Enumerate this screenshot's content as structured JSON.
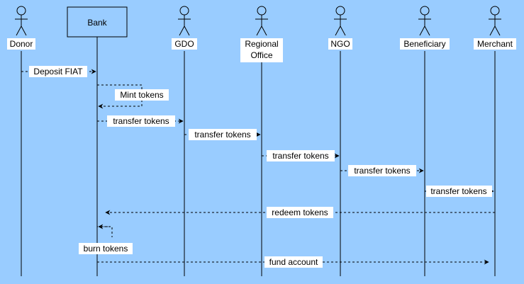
{
  "colors": {
    "background": "#99ccff",
    "stroke": "#000000",
    "label_bg": "#ffffff"
  },
  "participants": {
    "donor": {
      "label": "Donor",
      "kind": "actor"
    },
    "bank": {
      "label": "Bank",
      "kind": "box"
    },
    "gdo": {
      "label": "GDO",
      "kind": "actor"
    },
    "regional": {
      "label_lines": [
        "Regional",
        "Office"
      ],
      "kind": "actor"
    },
    "ngo": {
      "label": "NGO",
      "kind": "actor"
    },
    "beneficiary": {
      "label": "Beneficiary",
      "kind": "actor"
    },
    "merchant": {
      "label": "Merchant",
      "kind": "actor"
    }
  },
  "messages": [
    {
      "from": "Donor",
      "to": "Bank",
      "label": "Deposit FIAT"
    },
    {
      "from": "Bank",
      "to": "Bank",
      "label": "Mint tokens"
    },
    {
      "from": "Bank",
      "to": "GDO",
      "label": "transfer tokens"
    },
    {
      "from": "GDO",
      "to": "Regional Office",
      "label": "transfer tokens"
    },
    {
      "from": "Regional Office",
      "to": "NGO",
      "label": "transfer tokens"
    },
    {
      "from": "NGO",
      "to": "Beneficiary",
      "label": "transfer tokens"
    },
    {
      "from": "Beneficiary",
      "to": "Merchant",
      "label": "transfer tokens"
    },
    {
      "from": "Merchant",
      "to": "Bank",
      "label": "redeem tokens"
    },
    {
      "from": "Bank",
      "to": "Bank",
      "label": "burn tokens"
    },
    {
      "from": "Bank",
      "to": "Merchant",
      "label": "fund account"
    }
  ]
}
